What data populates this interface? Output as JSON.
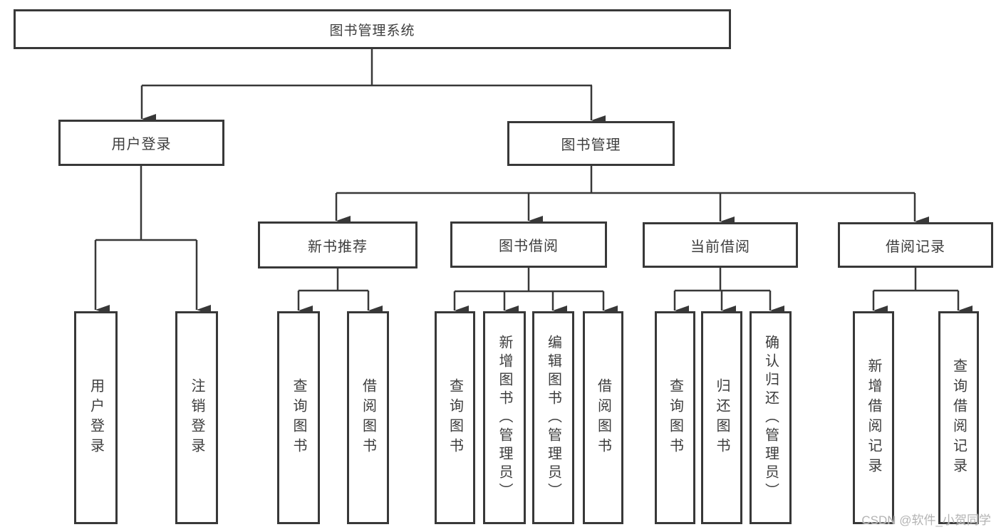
{
  "diagram": {
    "title_node": "图书管理系统",
    "nodes": {
      "root": "图书管理系统",
      "l2_user_login": "用户登录",
      "l2_book_mgmt": "图书管理",
      "l3_new_books": "新书推荐",
      "l3_book_borrow": "图书借阅",
      "l3_current_borrow": "当前借阅",
      "l3_borrow_records": "借阅记录",
      "leaf_user_login": "用户登录",
      "leaf_logout": "注销登录",
      "leaf_nb_query": "查询图书",
      "leaf_nb_borrow": "借阅图书",
      "leaf_bb_query": "查询图书",
      "leaf_bb_add": "新增图书（管理员）",
      "leaf_bb_edit": "编辑图书（管理员）",
      "leaf_bb_borrow": "借阅图书",
      "leaf_cb_query": "查询图书",
      "leaf_cb_return": "归还图书",
      "leaf_cb_confirm": "确认归还（管理员）",
      "leaf_br_add": "新增借阅记录",
      "leaf_br_query": "查询借阅记录"
    },
    "hierarchy": {
      "图书管理系统": {
        "用户登录": [
          "用户登录",
          "注销登录"
        ],
        "图书管理": {
          "新书推荐": [
            "查询图书",
            "借阅图书"
          ],
          "图书借阅": [
            "查询图书",
            "新增图书（管理员）",
            "编辑图书（管理员）",
            "借阅图书"
          ],
          "当前借阅": [
            "查询图书",
            "归还图书",
            "确认归还（管理员）"
          ],
          "借阅记录": [
            "新增借阅记录",
            "查询借阅记录"
          ]
        }
      }
    },
    "watermark": "CSDN @软件_小贺同学",
    "colors": {
      "line": "#383838",
      "text": "#3d3d3d",
      "background": "#ffffff",
      "watermark": "#b3b3b3"
    }
  }
}
